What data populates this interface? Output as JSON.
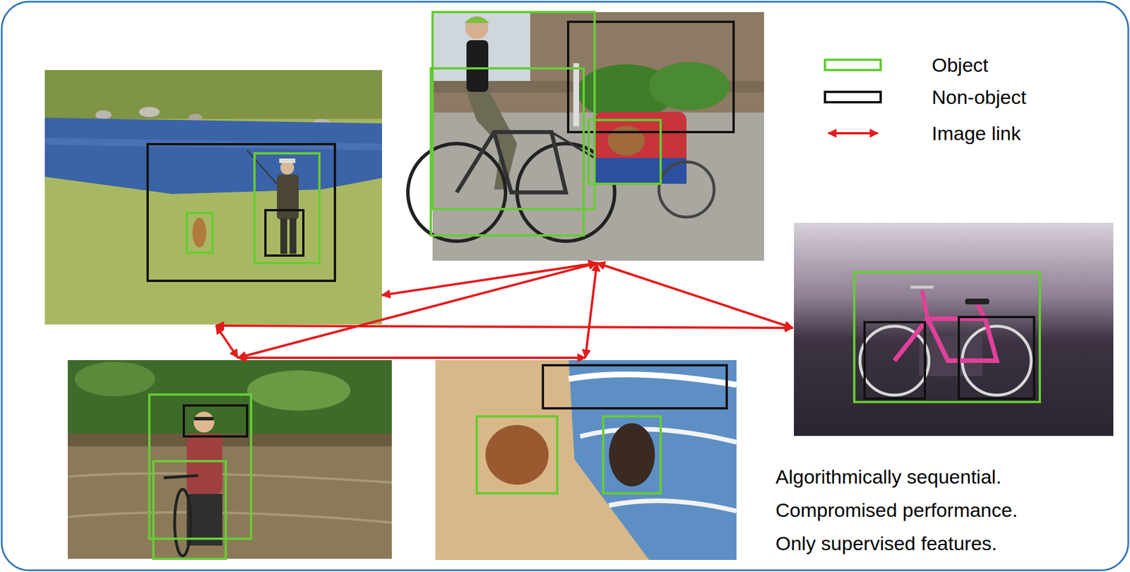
{
  "diagram": {
    "labels": [
      "Algorithmically sequential.",
      "Compromised performance.",
      "Only supervised features."
    ],
    "legend": [
      {
        "text": "Object"
      },
      {
        "text": "Non-object"
      },
      {
        "text": "Image link"
      }
    ]
  }
}
